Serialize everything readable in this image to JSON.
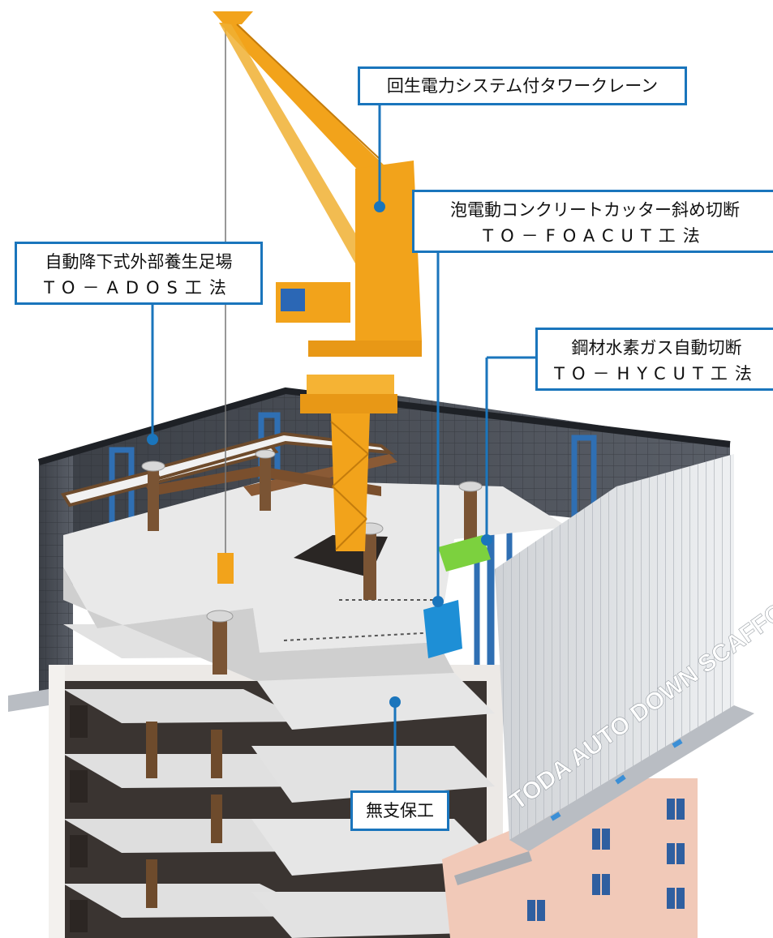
{
  "callouts": {
    "crane": {
      "line1": "回生電力システム付タワークレーン"
    },
    "foacut": {
      "line1": "泡電動コンクリートカッター斜め切断",
      "line2": "TO－FOACUT工法"
    },
    "ados": {
      "line1": "自動降下式外部養生足場",
      "line2": "TO－ADOS工法"
    },
    "hycut": {
      "line1": "鋼材水素ガス自動切断",
      "line2": "TO－HYCUT工法"
    },
    "shoring": {
      "line1": "無支保工"
    }
  },
  "scaffold_banner": {
    "text": "TODA AUTO DOWN SCAFFOLD"
  },
  "colors": {
    "accent": "#1a75bc",
    "crane": "#f2a31b",
    "scaffold_frame": "#2f6fb3",
    "slab": "#e6e6e6",
    "facade": "#f1c9b8"
  }
}
